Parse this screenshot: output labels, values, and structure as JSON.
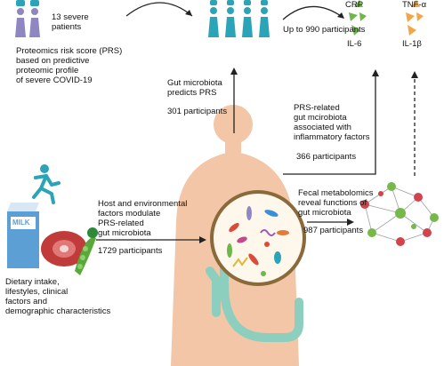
{
  "cohort": {
    "severe_patients": "13 severe\npatients",
    "prs_definition": "Proteomics risk score (PRS)\nbased on predictive\nproteomic profile\nof severe COVID-19",
    "expanded": "Up to 990 participants"
  },
  "inflammatory": {
    "top_left": "CRP",
    "top_right": "TNF-α",
    "il6": "IL-6",
    "il1b": "IL-1β"
  },
  "findings": {
    "gut_predicts": "Gut microbiota\npredicts PRS",
    "gut_predicts_n": "301 participants",
    "prs_related": "PRS-related\ngut mcirobiota\nassociated with\ninflammatory factors",
    "prs_related_n": "366 participants",
    "host_factors": "Host and environmental\nfactors modulate\nPRS-related\ngut microbiota",
    "host_factors_n": "1729 participants",
    "fecal": "Fecal metabolomics\nreveal functions of\ngut microbiota",
    "fecal_n": "987 participants"
  },
  "diet": {
    "carton_text": "MILK",
    "caption": "Dietary intake,\nlifestyles, clinical\nfactors and\ndemographic characteristics"
  },
  "colors": {
    "person_teal": "#2aa4b6",
    "person_purple": "#8e87c2",
    "body_skin": "#f2c6a6",
    "colon_green": "#8ccfbf",
    "crp_green": "#6fb74a",
    "tnf_orange": "#f3a54a",
    "network_red": "#d2434c",
    "network_green": "#76b94a"
  }
}
